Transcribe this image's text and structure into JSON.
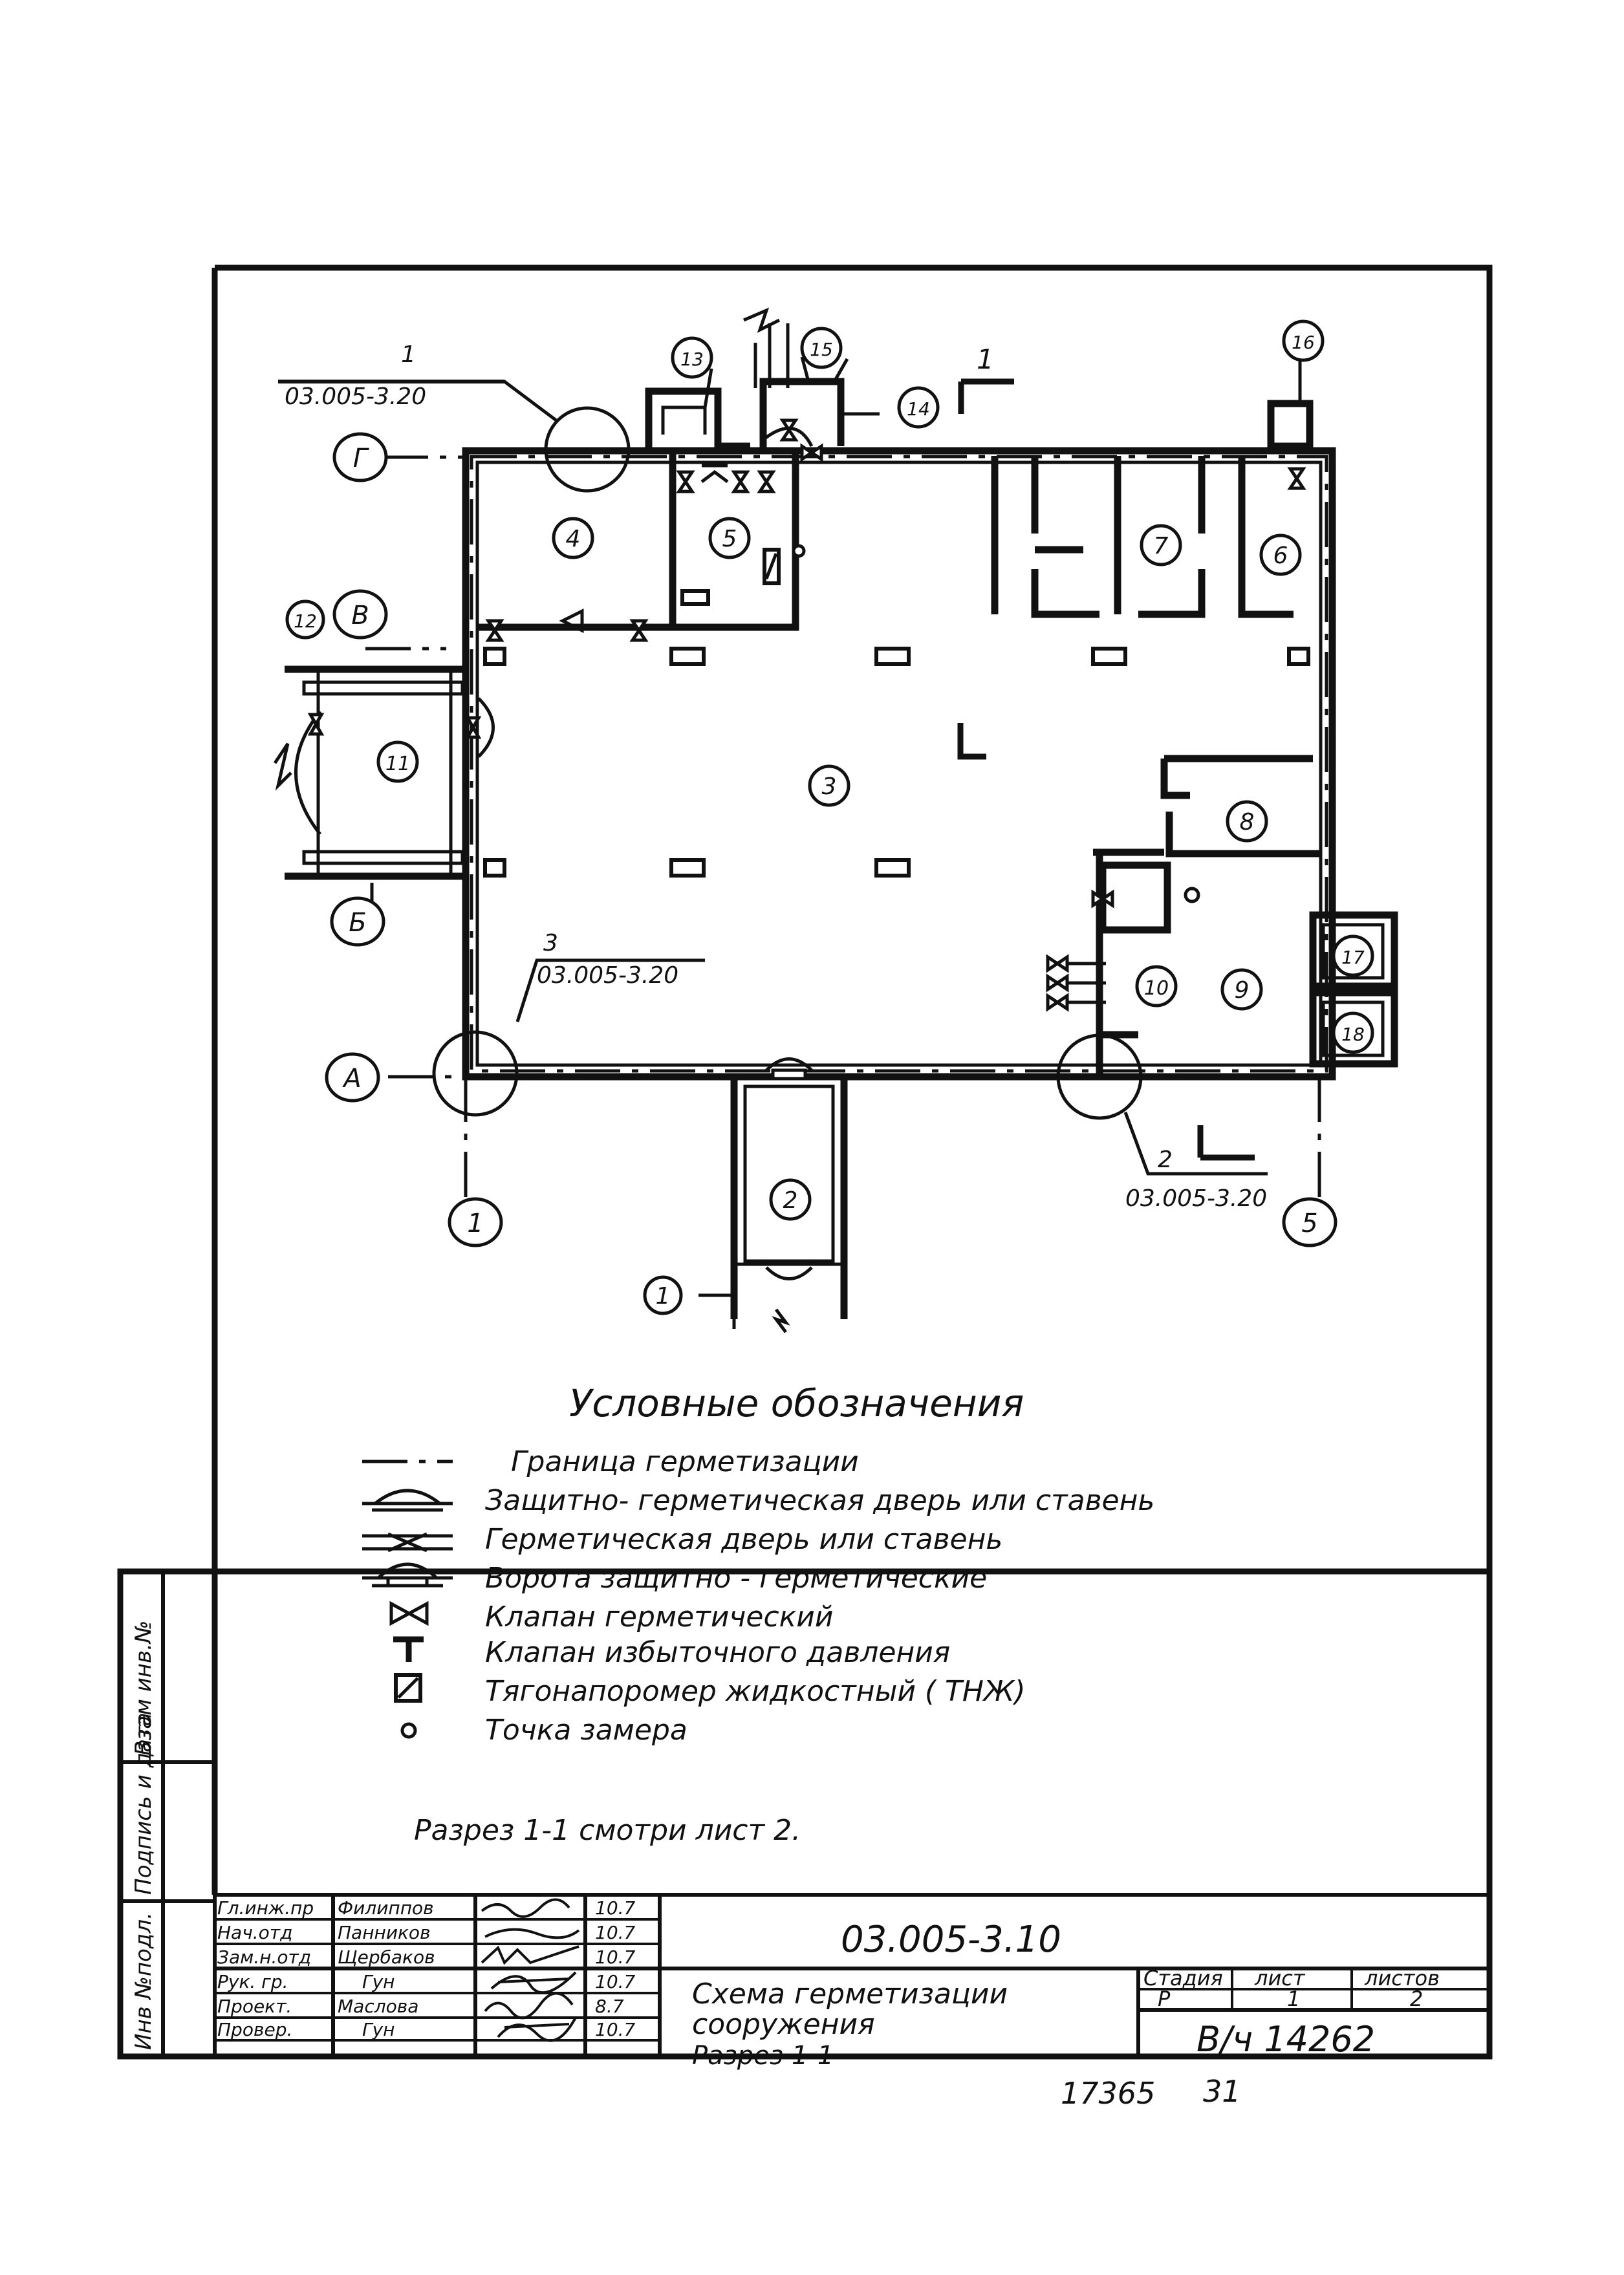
{
  "plan": {
    "rooms": [
      "1",
      "2",
      "3",
      "4",
      "5",
      "6",
      "7",
      "8",
      "9",
      "10",
      "11",
      "12",
      "13",
      "14",
      "15",
      "16",
      "17",
      "18"
    ],
    "axes": [
      "Г",
      "В",
      "Б",
      "А",
      "1",
      "5"
    ],
    "callouts": [
      {
        "num": "1",
        "ref": "03.005-3.20"
      },
      {
        "num": "2",
        "ref": "03.005-3.20"
      },
      {
        "num": "3",
        "ref": "03.005-3.20"
      }
    ],
    "section_mark": "1"
  },
  "legend": {
    "title": "Условные обозначения",
    "items": [
      {
        "icon": "sealing-boundary-line",
        "label": "Граница герметизации"
      },
      {
        "icon": "protective-hermetic-door-symbol",
        "label": "Защитно- герметическая дверь или ставень"
      },
      {
        "icon": "hermetic-door-symbol",
        "label": "Герметическая дверь или ставень"
      },
      {
        "icon": "protective-hermetic-gate-symbol",
        "label": "Ворота защитно - герметические"
      },
      {
        "icon": "hermetic-valve-symbol",
        "label": "Клапан герметический"
      },
      {
        "icon": "overpressure-valve-symbol",
        "label": "Клапан избыточного давления"
      },
      {
        "icon": "liquid-draft-gauge-symbol",
        "label": "Тягонапоромер жидкостный ( ТНЖ)"
      },
      {
        "icon": "measurement-point-symbol",
        "label": "Точка замера"
      }
    ],
    "note": "Разрез 1-1 смотри лист 2."
  },
  "side_stamp": [
    "Инв №подл.",
    "Подпись и дата",
    "Взам инв.№"
  ],
  "title_block": {
    "signatures": [
      {
        "role": "Гл.инж.пр",
        "name": "Филиппов",
        "date": "10.7"
      },
      {
        "role": "Нач.отд",
        "name": "Панников",
        "date": "10.7"
      },
      {
        "role": "Зам.н.отд",
        "name": "Щербаков",
        "date": "10.7"
      },
      {
        "role": "Рук. гр.",
        "name": "Гун",
        "date": "10.7"
      },
      {
        "role": "Проект.",
        "name": "Маслова",
        "date": "8.7"
      },
      {
        "role": "Провер.",
        "name": "Гун",
        "date": "10.7"
      }
    ],
    "code": "03.005-3.10",
    "title_lines": [
      "Схема герметизации",
      "сооружения",
      "Разрез 1-1"
    ],
    "stage_header": "Стадия",
    "sheet_header": "лист",
    "sheets_header": "листов",
    "stage": "Р",
    "sheet": "1",
    "sheets": "2",
    "org": "В/ч 14262"
  },
  "footer": {
    "archive_no": "17365",
    "page": "31"
  }
}
